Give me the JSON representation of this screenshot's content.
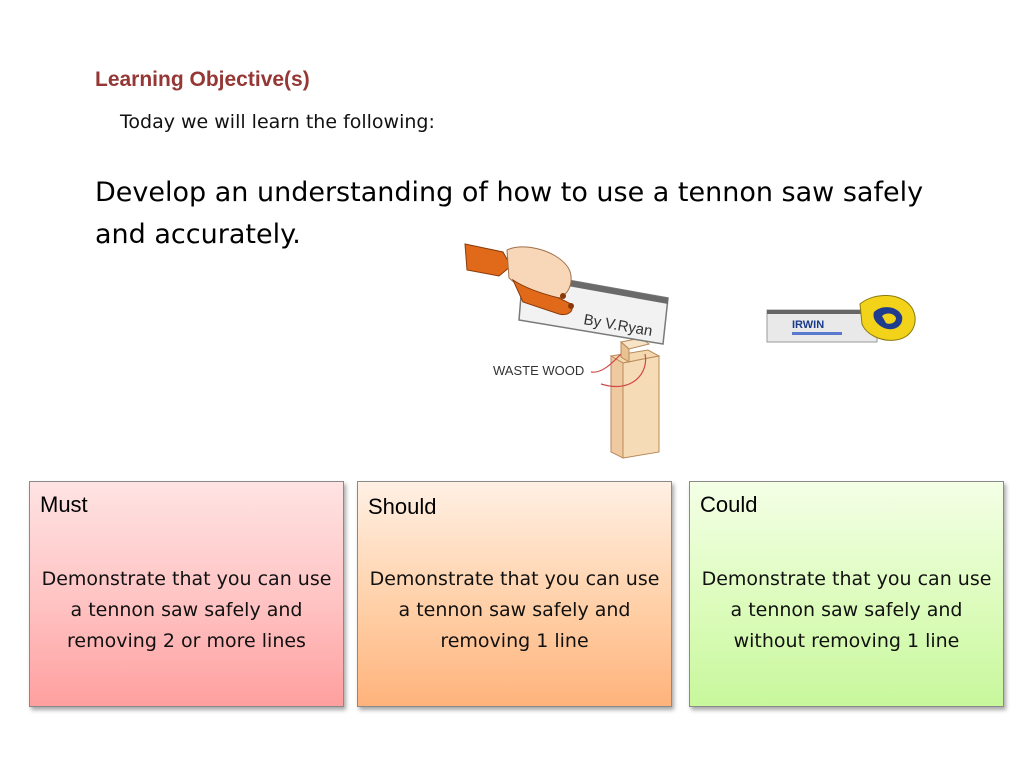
{
  "slide": {
    "heading": "Learning Objective(s)",
    "intro": "Today we will learn the following:",
    "objective": "Develop an understanding of how to use a tennon saw safely and accurately."
  },
  "illustration": {
    "credit": "By V.Ryan",
    "waste_label": "WASTE WOOD",
    "brand": "IRWIN"
  },
  "boxes": [
    {
      "title": "Must",
      "text": "Demonstrate that you can use a tennon saw safely and removing 2 or more lines"
    },
    {
      "title": "Should",
      "text": "Demonstrate that you can use a tennon saw safely and removing 1 line"
    },
    {
      "title": "Could",
      "text": "Demonstrate that you can use a tennon saw safely and without removing 1 line"
    }
  ]
}
